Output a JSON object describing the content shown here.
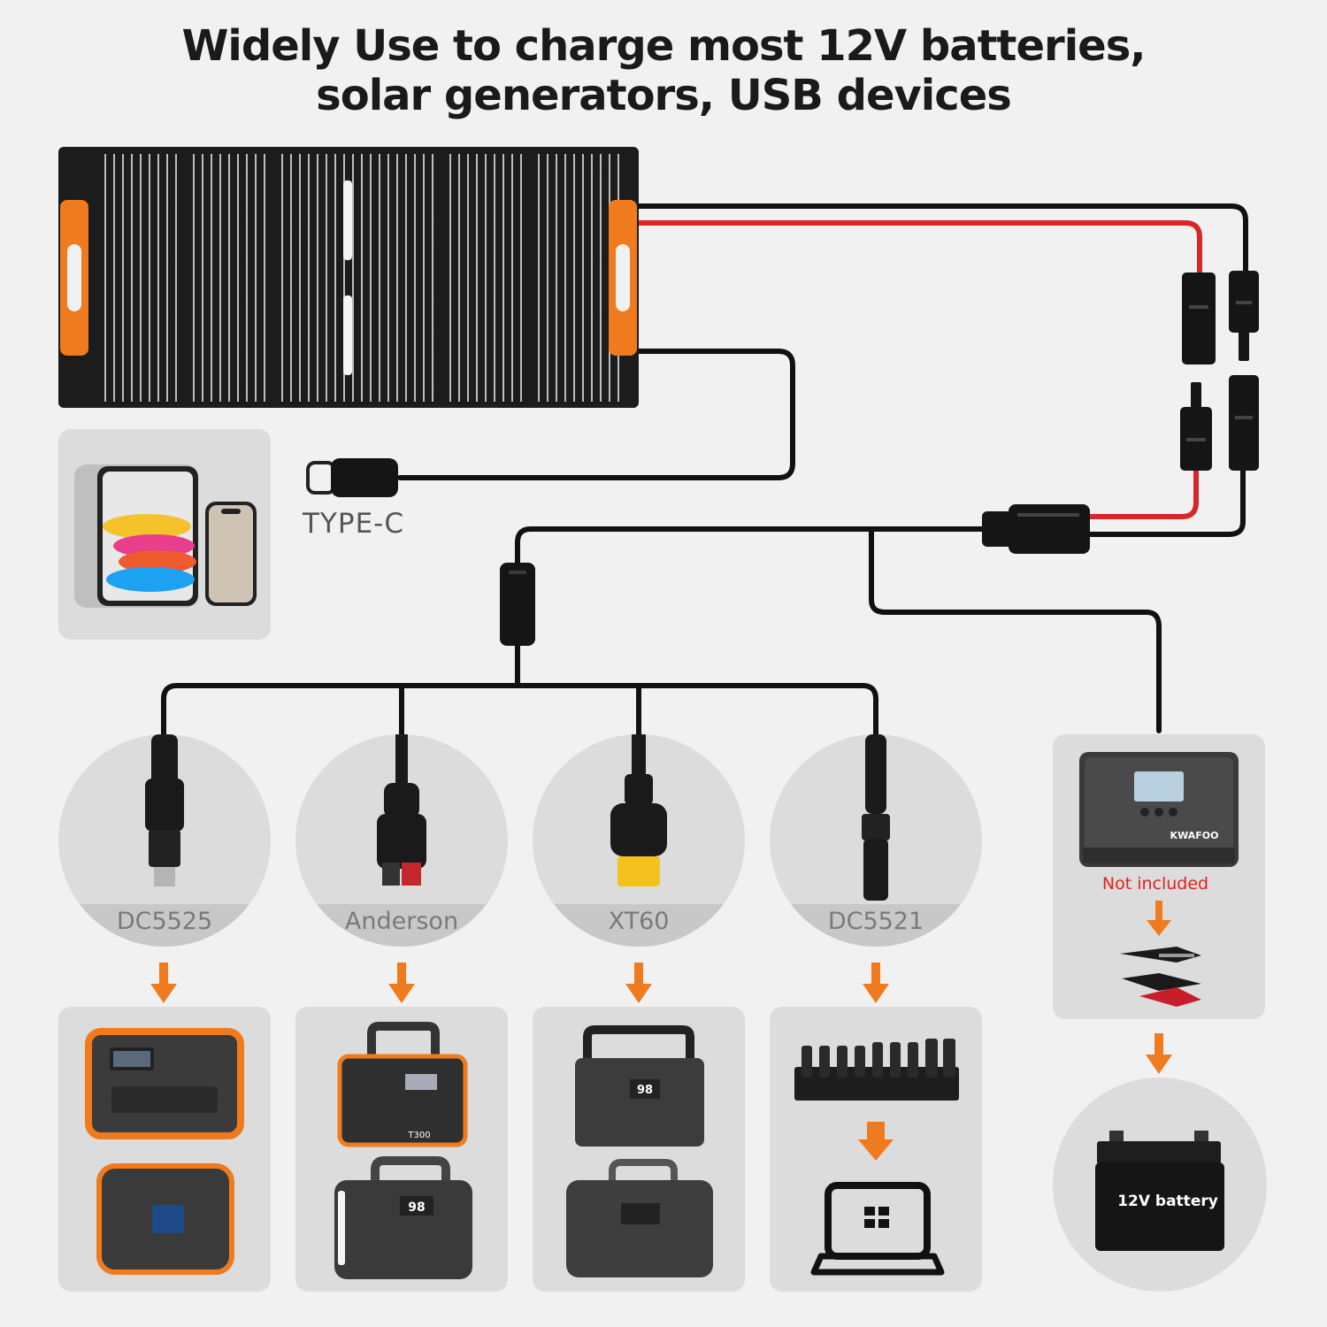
{
  "title": {
    "line1": "Widely Use to charge most 12V batteries,",
    "line2": "solar generators, USB devices"
  },
  "colors": {
    "background": "#f1f1f1",
    "accent_orange": "#f07b1f",
    "cable_black": "#111111",
    "cable_red": "#d62828",
    "card_gray": "#dcdcdc",
    "warning_red": "#e02020"
  },
  "usb_output": {
    "label": "TYPE-C"
  },
  "connectors": [
    {
      "label": "DC5525",
      "icon": "dc5525-plug-icon"
    },
    {
      "label": "Anderson",
      "icon": "anderson-plug-icon"
    },
    {
      "label": "XT60",
      "icon": "xt60-plug-icon"
    },
    {
      "label": "DC5521",
      "icon": "dc5521-plug-icon"
    }
  ],
  "controller": {
    "brand": "KWAFOO",
    "note": "Not included"
  },
  "battery": {
    "label": "12V battery"
  },
  "devices": {
    "station_1_label": "T300",
    "display_value": "98"
  }
}
